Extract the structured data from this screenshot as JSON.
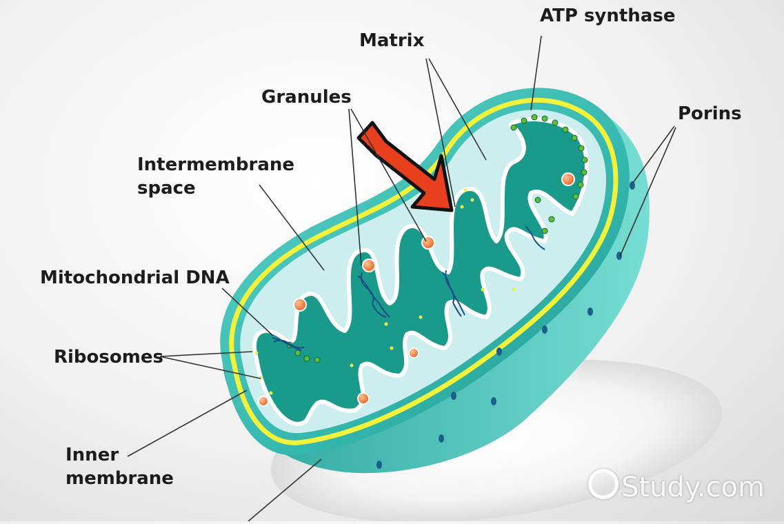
{
  "diagram": {
    "labels": {
      "atp_synthase": "ATP synthase",
      "matrix": "Matrix",
      "granules": "Granules",
      "porins": "Porins",
      "intermembrane_space": "Intermembrane\nspace",
      "mitochondrial_dna": "Mitochondrial DNA",
      "ribosomes": "Ribosomes",
      "inner_membrane": "Inner\nmembrane"
    },
    "watermark": "Study.com",
    "colors": {
      "outer_membrane": "#3cbfb6",
      "outer_membrane_dark": "#1f9a93",
      "membrane_highlight": "#f2f23a",
      "intermembrane": "#cdeeee",
      "matrix": "#1a9a8a",
      "granule": "#f08a4b",
      "arrow": "#e8401e",
      "ribosome": "#e8f04a"
    }
  }
}
